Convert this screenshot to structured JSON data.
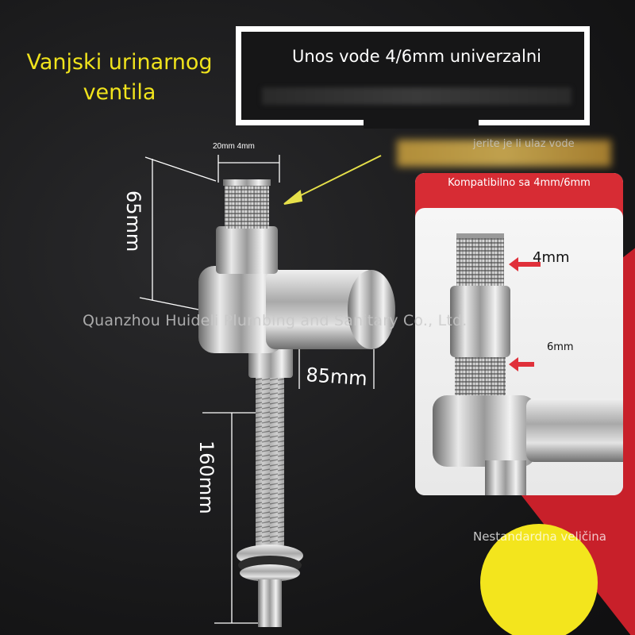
{
  "title": "Vanjski urinarnog ventila",
  "frame_text": "Unos vode 4/6mm univerzalni",
  "blurred_hint": "jerite je li ulaz vode",
  "card": {
    "heading": "Kompatibilno sa 4mm/6mm",
    "label_4mm": "4mm",
    "label_6mm": "6mm"
  },
  "dimensions": {
    "top_width": "20mm 4mm",
    "height_top": "65mm",
    "width_side": "85mm",
    "height_pipe": "160mm"
  },
  "watermark": "Quanzhou Huideli Plumbing and Sanitary Co., Ltd.",
  "badge": "Nestandardna veličina",
  "colors": {
    "title_yellow": "#f0e31c",
    "accent_red": "#d72c34",
    "badge_yellow": "#f3e51d",
    "arrow_yellow": "#e6e04a"
  }
}
